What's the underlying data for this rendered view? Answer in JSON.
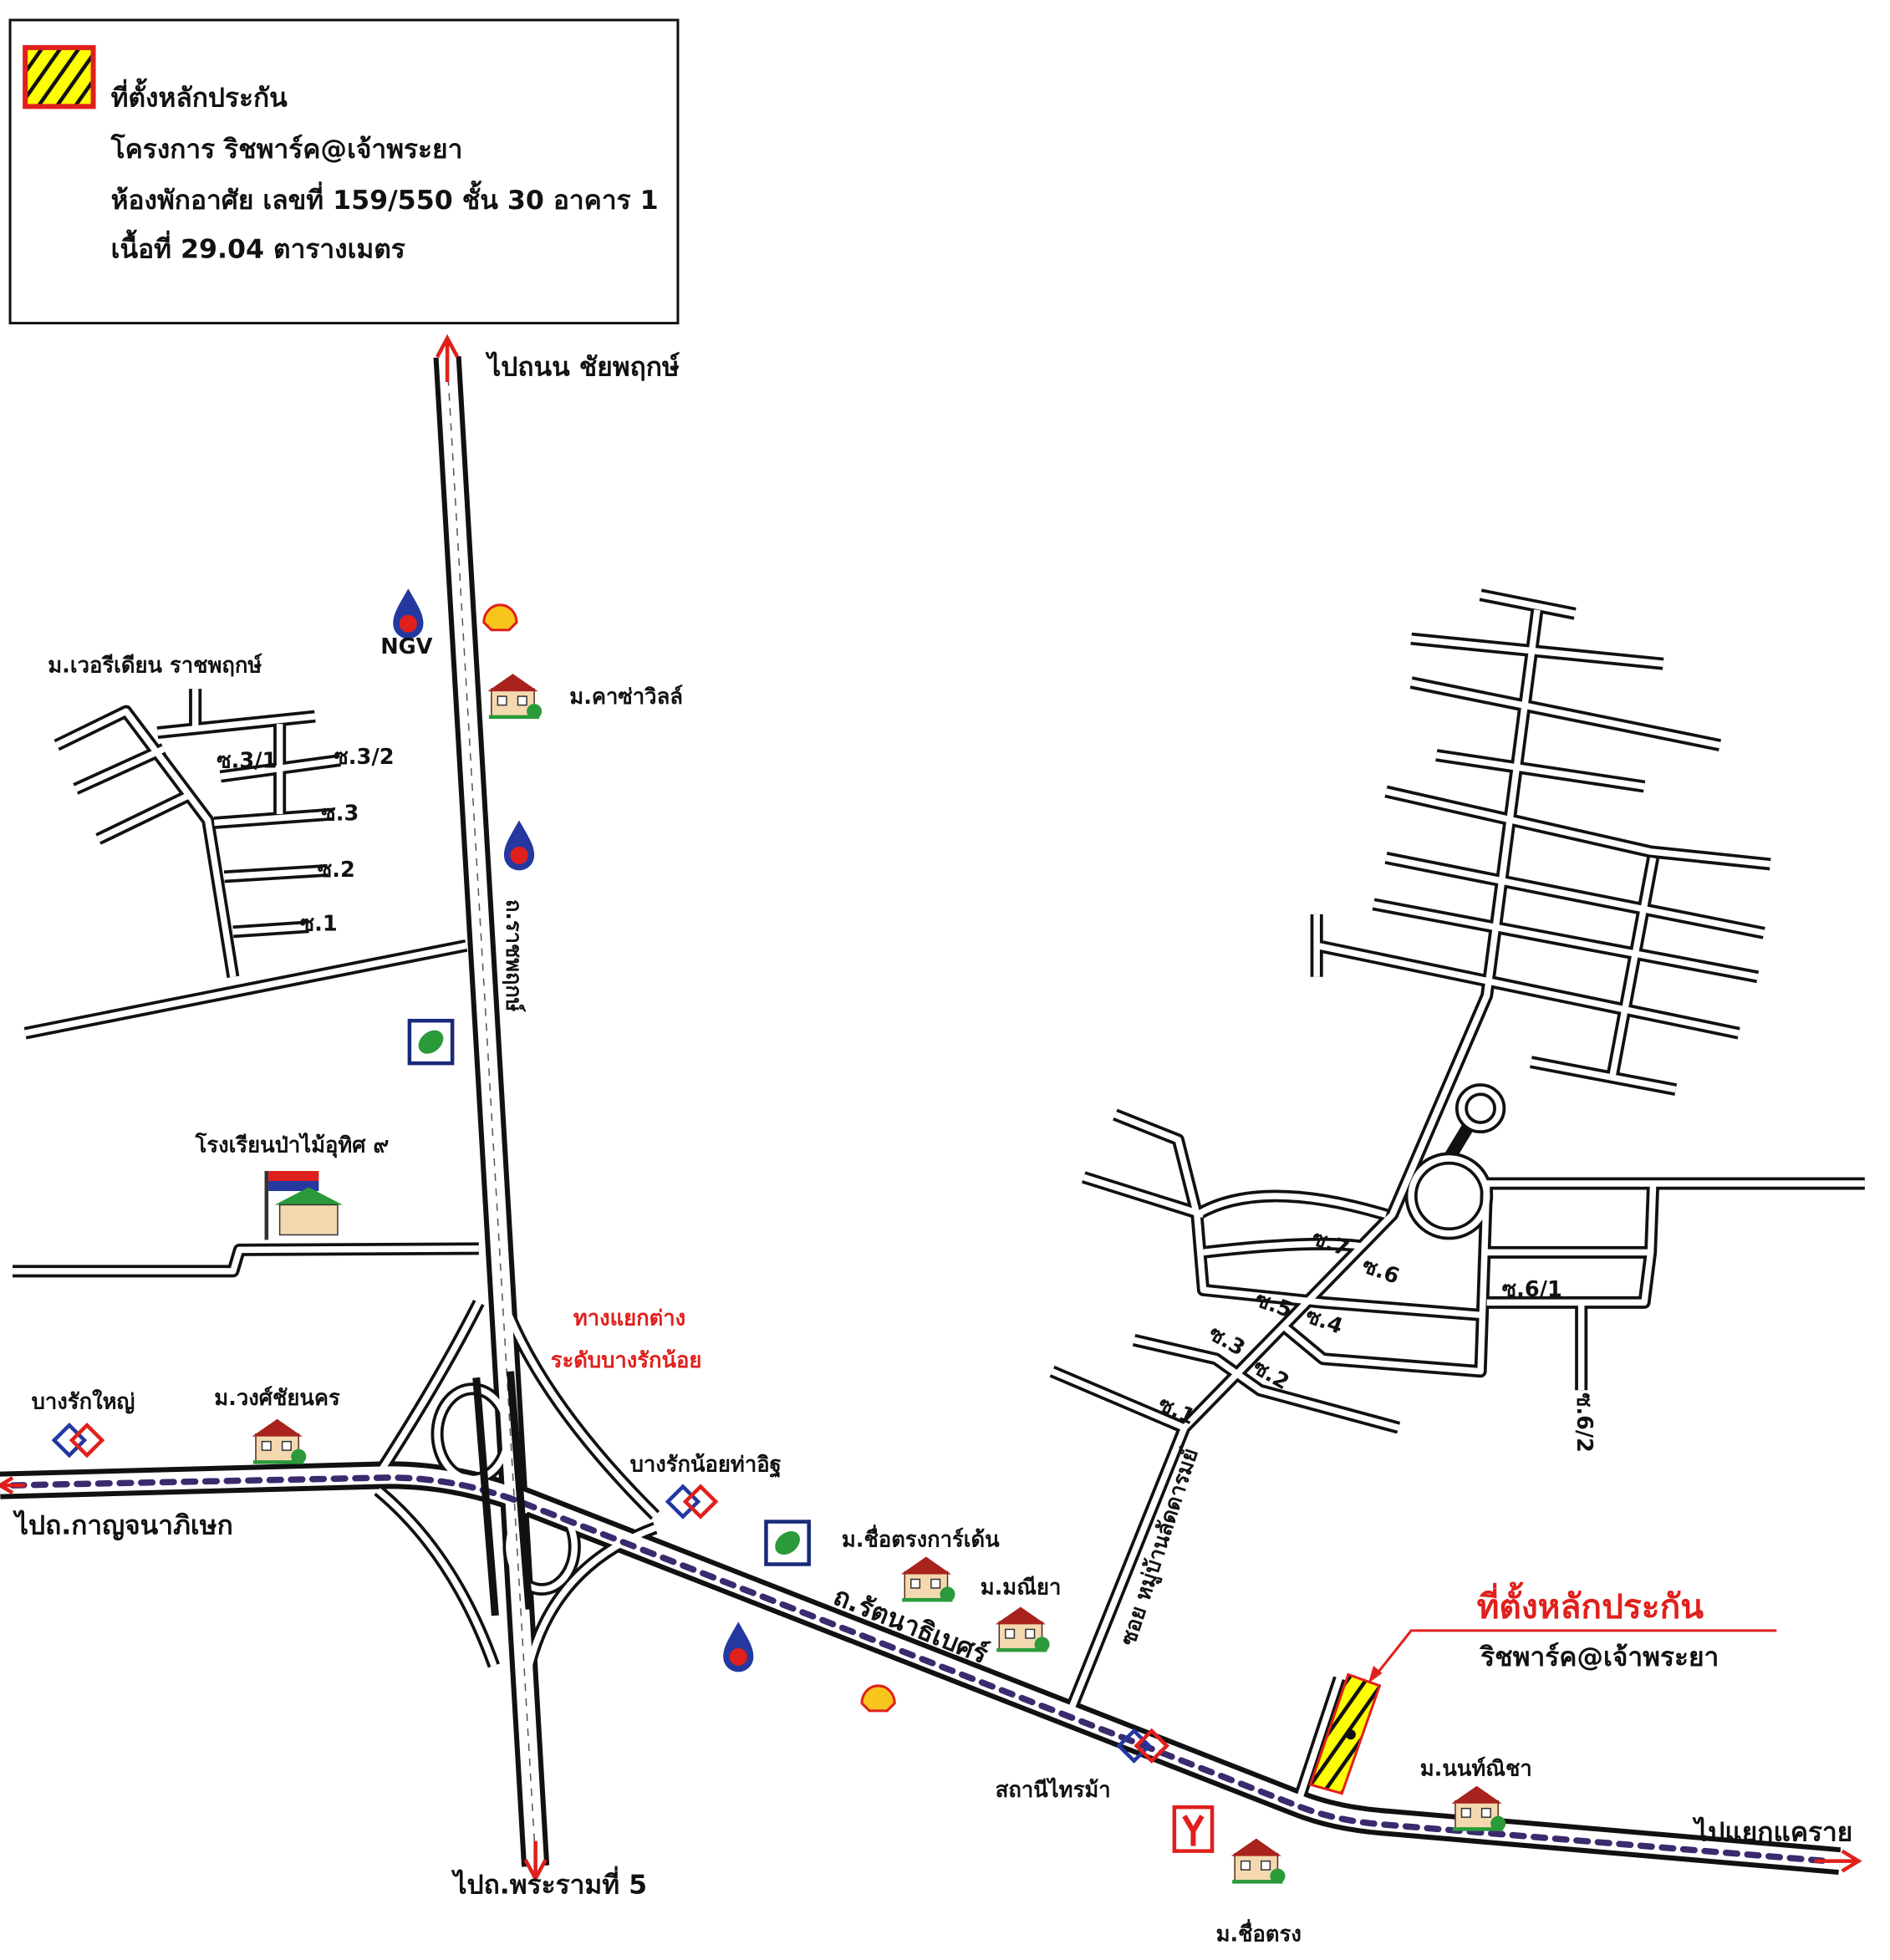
{
  "legend": {
    "title": "ที่ตั้งหลักประกัน",
    "project": "โครงการ ริชพาร์ค@เจ้าพระยา",
    "unit": "ห้องพักอาศัย เลขที่ 159/550 ชั้น 30 อาคาร 1",
    "area": "เนื้อที่ 29.04 ตารางเมตร",
    "swatch_colors": {
      "fill": "#ffff00",
      "border": "#e0201c",
      "hatch": "#111111"
    }
  },
  "directions": {
    "north": "ไปถนน ชัยพฤกษ์",
    "south": "ไปถ.พระรามที่ 5",
    "west": "ไปถ.กาญจนาภิเษก",
    "east": "ไปแยกแคราย"
  },
  "roads": {
    "ratchaphruek": "ถ.ราชพฤกษ์",
    "rattanathibet": "ถ.รัตนาธิเบศร์",
    "soi_village": "ซอย หมู่บ้านลัดดารมย์"
  },
  "interchange": {
    "line1": "ทางแยกต่าง",
    "line2": "ระดับบางรักน้อย"
  },
  "places": {
    "ngv": "NGV",
    "veridian": "ม.เวอรีเดียน ราชพฤกษ์",
    "casaville": "ม.คาซ่าวิลล์",
    "school": "โรงเรียนป่าไม้อุทิศ ๙",
    "bang_rak_yai": "บางรักใหญ่",
    "wong_chai": "ม.วงศ์ชัยนคร",
    "bang_rak_noi": "บางรักน้อยท่าอิฐ",
    "chuetrong_garden": "ม.ชื่อตรงการ์เด้น",
    "maneeya": "ม.มณียา",
    "sai_ma": "สถานีไทรม้า",
    "chuetrong": "ม.ชื่อตรง",
    "nonnicha": "ม.นนท์ณิชา"
  },
  "sois_west": [
    "ซ.3/1",
    "ซ.3/2",
    "ซ.3",
    "ซ.2",
    "ซ.1"
  ],
  "sois_east": [
    "ซ.7",
    "ซ.6",
    "ซ.6/1",
    "ซ.5",
    "ซ.4",
    "ซ.3",
    "ซ.2",
    "ซ.1",
    "ซ.6/2"
  ],
  "callout": {
    "title": "ที่ตั้งหลักประกัน",
    "subtitle": "ริชพาร์ค@เจ้าพระยา"
  },
  "colors": {
    "accent_red": "#e0201c",
    "rail_purple": "#3b2a6e",
    "site_yellow": "#ffff00"
  }
}
